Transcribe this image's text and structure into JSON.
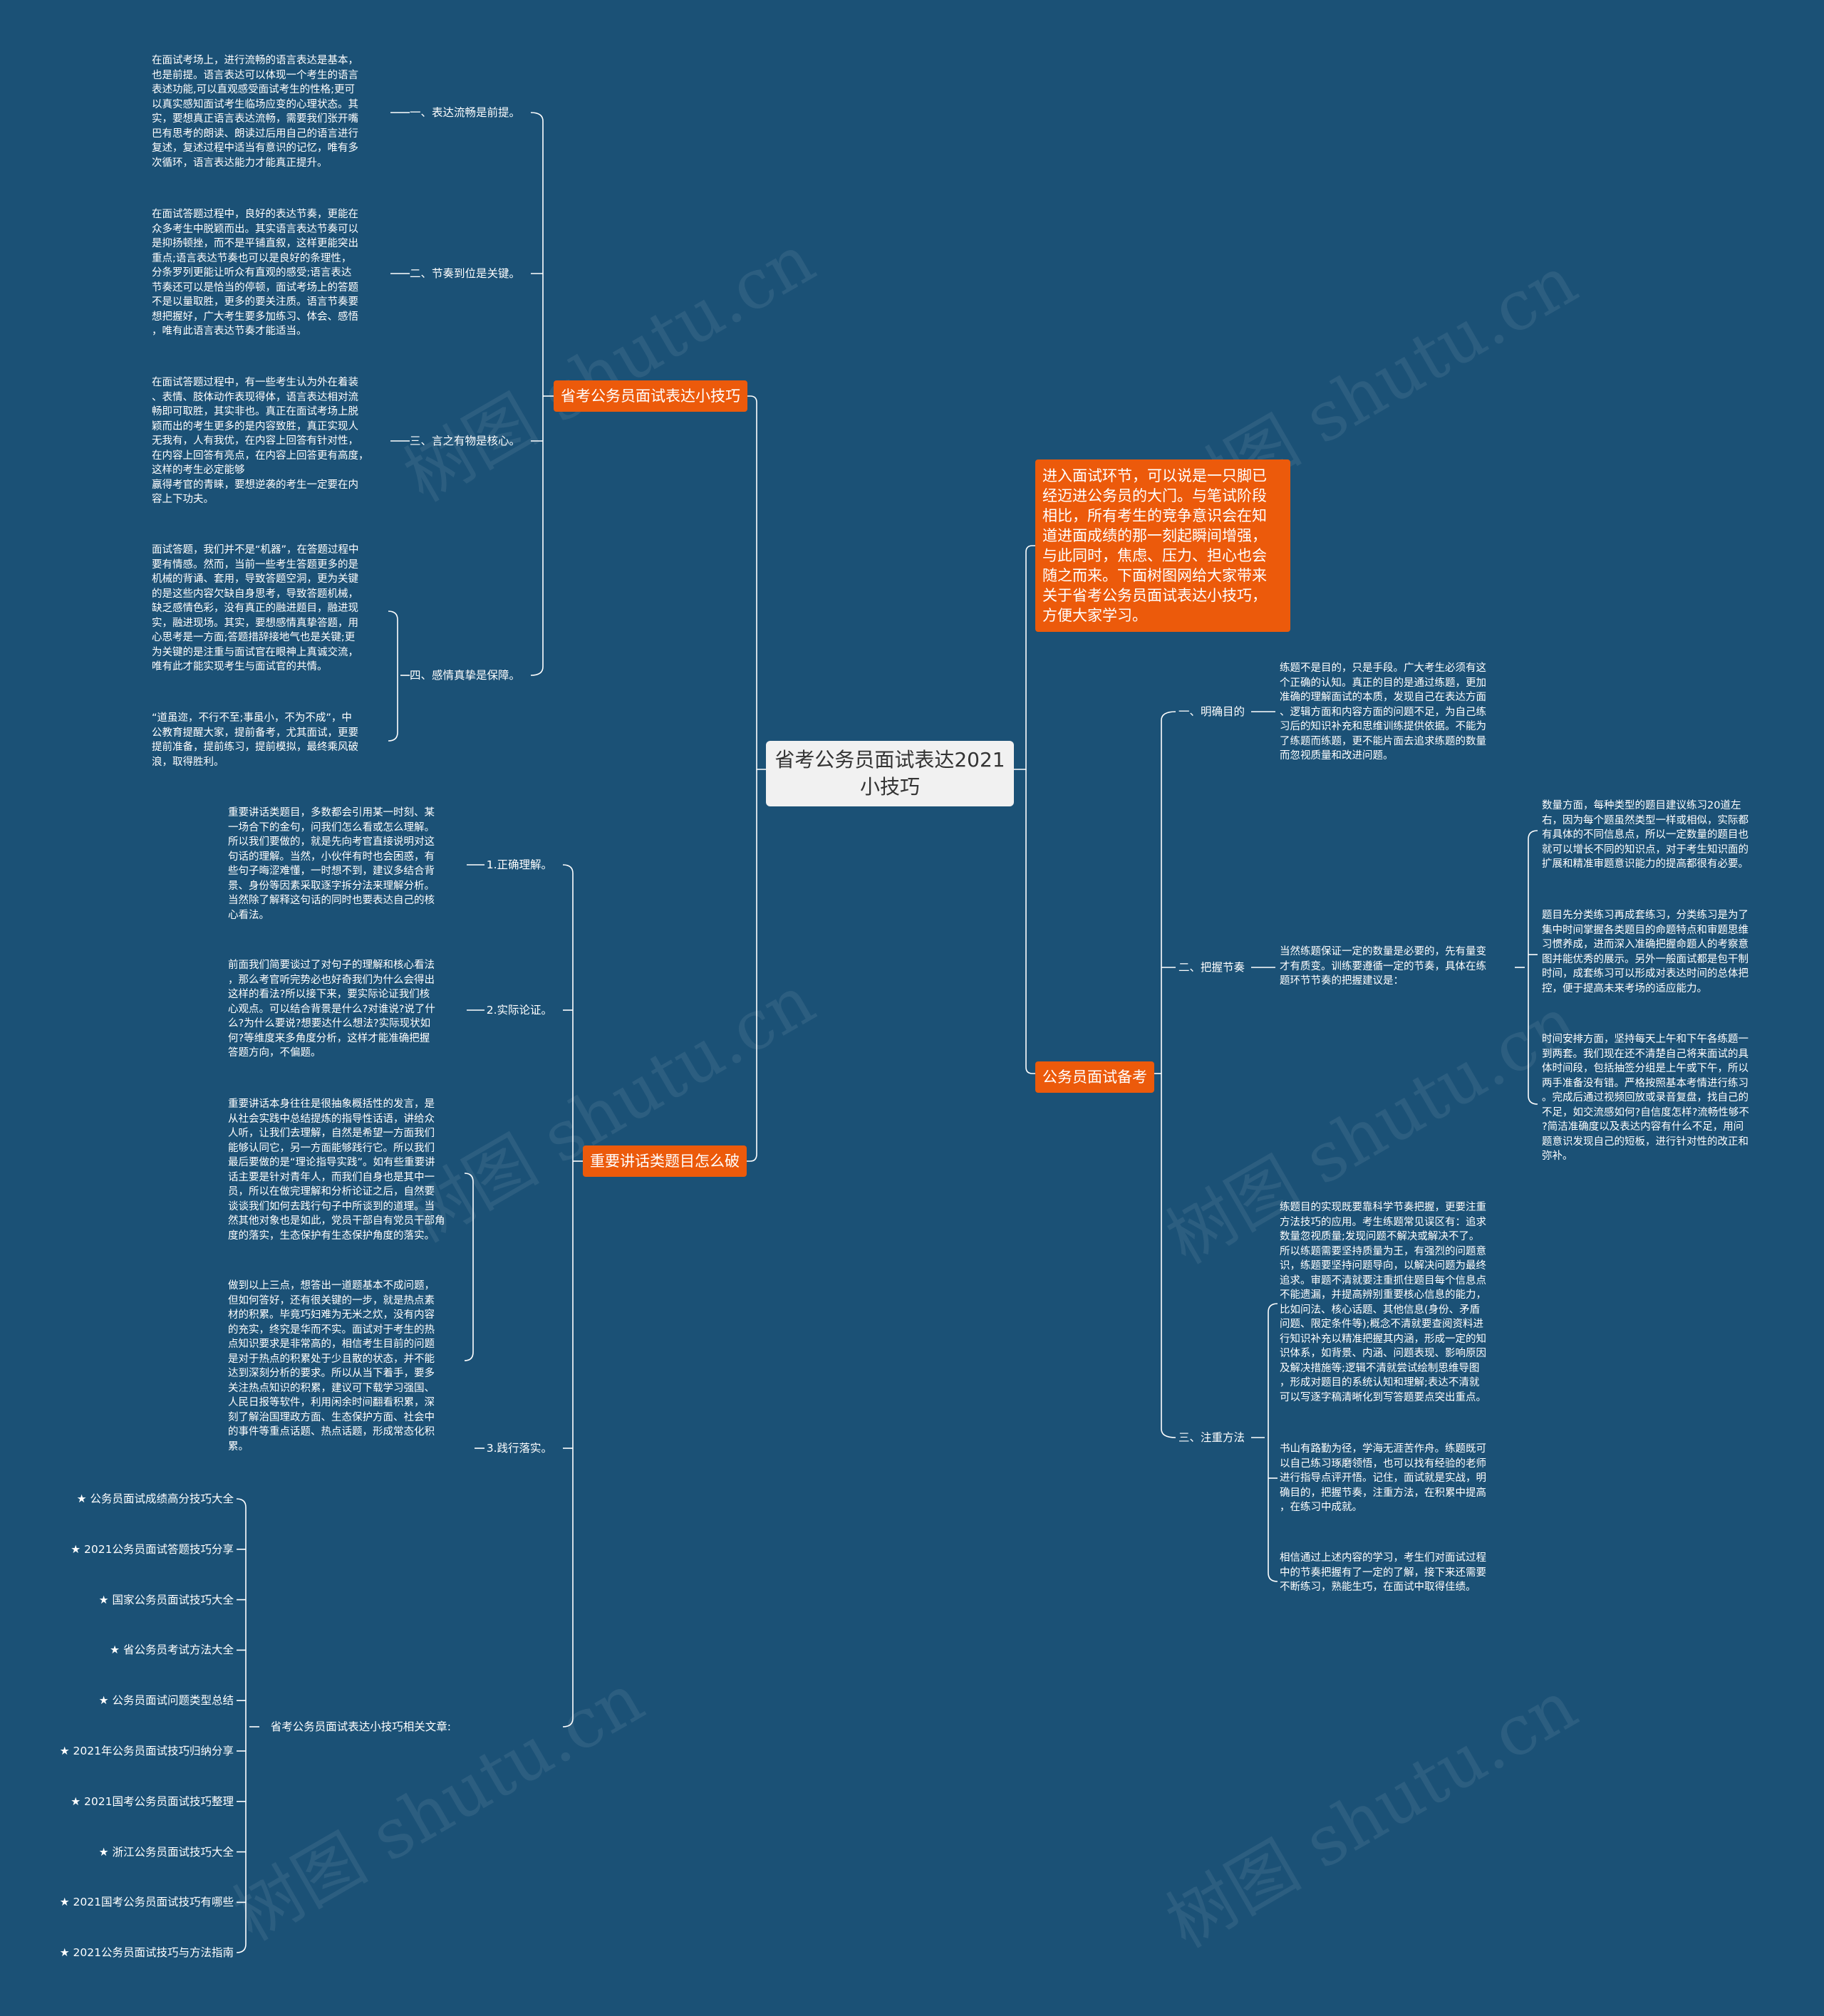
{
  "root": {
    "title": "省考公务员面试表达2021\n小技巧"
  },
  "watermark": "树图 shutu.cn",
  "colors": {
    "background": "#1b5176",
    "branch": "#ec5a0b",
    "root_bg": "#f1f1f1",
    "line": "#ffffff"
  },
  "intro": "进入面试环节，可以说是一只脚已\n经迈进公务员的大门。与笔试阶段\n相比，所有考生的竞争意识会在知\n道进面成绩的那一刻起瞬间增强，\n与此同时，焦虑、压力、担心也会\n随之而来。下面树图网给大家带来\n关于省考公务员面试表达小技巧，\n方便大家学习。",
  "branch1": {
    "label": "省考公务员面试表达小技巧",
    "items": [
      {
        "label": "一、表达流畅是前提。",
        "text": "在面试考场上，进行流畅的语言表达是基本，\n也是前提。语言表达可以体现一个考生的语言\n表述功能,可以直观感受面试考生的性格;更可\n以真实感知面试考生临场应变的心理状态。其\n实，要想真正语言表达流畅，需要我们张开嘴\n巴有思考的朗读、朗读过后用自己的语言进行\n复述，复述过程中适当有意识的记忆，唯有多\n次循环，语言表达能力才能真正提升。"
      },
      {
        "label": "二、节奏到位是关键。",
        "text": "在面试答题过程中，良好的表达节奏，更能在\n众多考生中脱颖而出。其实语言表达节奏可以\n是抑扬顿挫，而不是平铺直叙，这样更能突出\n重点;语言表达节奏也可以是良好的条理性，\n分条罗列更能让听众有直观的感受;语言表达\n节奏还可以是恰当的停顿，面试考场上的答题\n不是以量取胜，更多的要关注质。语言节奏要\n想把握好，广大考生要多加练习、体会、感悟\n，唯有此语言表达节奏才能适当。"
      },
      {
        "label": "三、言之有物是核心。",
        "text": "在面试答题过程中，有一些考生认为外在着装\n、表情、肢体动作表现得体，语言表达相对流\n畅即可取胜，其实非也。真正在面试考场上脱\n颖而出的考生更多的是内容致胜，真正实现人\n无我有，人有我优，在内容上回答有针对性，\n在内容上回答有亮点，在内容上回答更有高度，\n这样的考生必定能够\n赢得考官的青睐，要想逆袭的考生一定要在内\n容上下功夫。"
      },
      {
        "label": "四、感情真挚是保障。",
        "texts": [
          "面试答题，我们并不是“机器”，在答题过程中\n要有情感。然而，当前一些考生答题更多的是\n机械的背诵、套用，导致答题空洞，更为关键\n的是这些内容欠缺自身思考，导致答题机械，\n缺乏感情色彩，没有真正的融进题目，融进现\n实，融进现场。其实，要想感情真挚答题，用\n心思考是一方面;答题措辞接地气也是关键;更\n为关键的是注重与面试官在眼神上真诚交流，\n唯有此才能实现考生与面试官的共情。",
          "“道虽迩，不行不至;事虽小，不为不成”，中\n公教育提醒大家，提前备考，尤其面试，更要\n提前准备，提前练习，提前模拟，最终乘风破\n浪，取得胜利。"
        ]
      }
    ]
  },
  "branch2": {
    "label": "重要讲话类题目怎么破",
    "items": [
      {
        "label": "1.正确理解。",
        "text": "重要讲话类题目，多数都会引用某一时刻、某\n一场合下的金句，问我们怎么看或怎么理解。\n所以我们要做的，就是先向考官直接说明对这\n句话的理解。当然，小伙伴有时也会困惑，有\n些句子晦涩难懂，一时想不到，建议多结合背\n景、身份等因素采取逐字拆分法来理解分析。\n当然除了解释这句话的同时也要表达自己的核\n心看法。"
      },
      {
        "label": "2.实际论证。",
        "text": "前面我们简要谈过了对句子的理解和核心看法\n，那么考官听完势必也好奇我们为什么会得出\n这样的看法?所以接下来，要实际论证我们核\n心观点。可以结合背景是什么?对谁说?说了什\n么?为什么要说?想要达什么想法?实际现状如\n何?等维度来多角度分析，这样才能准确把握\n答题方向，不偏题。"
      },
      {
        "label": "3.践行落实。",
        "texts": [
          "重要讲话本身往往是很抽象概括性的发言，是\n从社会实践中总结提炼的指导性话语，讲给众\n人听，让我们去理解，自然是希望一方面我们\n能够认同它，另一方面能够践行它。所以我们\n最后要做的是“理论指导实践”。如有些重要讲\n话主要是针对青年人，而我们自身也是其中一\n员，所以在做完理解和分析论证之后，自然要\n谈谈我们如何去践行句子中所谈到的道理。当\n然其他对象也是如此，党员干部自有党员干部角\n度的落实，生态保护有生态保护角度的落实。",
          "做到以上三点，想答出一道题基本不成问题，\n但如何答好，还有很关键的一步，就是热点素\n材的积累。毕竟巧妇难为无米之炊，没有内容\n的充实，终究是华而不实。面试对于考生的热\n点知识要求是非常高的，相信考生目前的问题\n是对于热点的积累处于少且散的状态，并不能\n达到深刻分析的要求。所以从当下着手，要多\n关注热点知识的积累，建议可下载学习强国、\n人民日报等软件，利用闲余时间翻看积累，深\n刻了解治国理政方面、生态保护方面、社会中\n的事件等重点话题、热点话题，形成常态化积\n累。"
        ]
      },
      {
        "label": "省考公务员面试表达小技巧相关文章:",
        "links": [
          "★ 公务员面试成绩高分技巧大全",
          "★ 2021公务员面试答题技巧分享",
          "★ 国家公务员面试技巧大全",
          "★ 省公务员考试方法大全",
          "★ 公务员面试问题类型总结",
          "★ 2021年公务员面试技巧归纳分享",
          "★ 2021国考公务员面试技巧整理",
          "★ 浙江公务员面试技巧大全",
          "★ 2021国考公务员面试技巧有哪些",
          "★ 2021公务员面试技巧与方法指南"
        ]
      }
    ]
  },
  "branch3": {
    "label": "公务员面试备考",
    "items": [
      {
        "label": "一、明确目的",
        "text": "练题不是目的，只是手段。广大考生必须有这\n个正确的认知。真正的目的是通过练题，更加\n准确的理解面试的本质，发现自己在表达方面\n、逻辑方面和内容方面的问题不足，为自己练\n习后的知识补充和思维训练提供依据。不能为\n了练题而练题，更不能片面去追求练题的数量\n而忽视质量和改进问题。"
      },
      {
        "label": "二、把握节奏",
        "text": "当然练题保证一定的数量是必要的，先有量变\n才有质变。训练要遵循一定的节奏，具体在练\n题环节节奏的把握建议是：",
        "subs": [
          "数量方面，每种类型的题目建议练习20道左\n右，因为每个题虽然类型一样或相似，实际都\n有具体的不同信息点，所以一定数量的题目也\n就可以增长不同的知识点，对于考生知识面的\n扩展和精准审题意识能力的提高都很有必要。",
          "题目先分类练习再成套练习，分类练习是为了\n集中时间掌握各类题目的命题特点和审题思维\n习惯养成，进而深入准确把握命题人的考察意\n图并能优秀的展示。另外一般面试都是包干制\n时间，成套练习可以形成对表达时间的总体把\n控，便于提高未来考场的适应能力。",
          "时间安排方面，坚持每天上午和下午各练题一\n到两套。我们现在还不清楚自己将来面试的具\n体时间段，包括抽签分组是上午或下午，所以\n两手准备没有错。严格按照基本考情进行练习\n。完成后通过视频回放或录音复盘，找自己的\n不足，如交流感如何?自信度怎样?流畅性够不\n?简洁准确度以及表达内容有什么不足，用问\n题意识发现自己的短板，进行针对性的改正和\n弥补。"
        ]
      },
      {
        "label": "三、注重方法",
        "subs": [
          "练题目的实现既要靠科学节奏把握，更要注重\n方法技巧的应用。考生练题常见误区有：追求\n数量忽视质量;发现问题不解决或解决不了。\n所以练题需要坚持质量为王，有强烈的问题意\n识，练题要坚持问题导向，以解决问题为最终\n追求。审题不清就要注重抓住题目每个信息点\n不能遗漏，并提高辨别重要核心信息的能力，\n比如问法、核心话题、其他信息(身份、矛盾\n问题、限定条件等);概念不清就要查阅资料进\n行知识补充以精准把握其内涵，形成一定的知\n识体系，如背景、内涵、问题表现、影响原因\n及解决措施等;逻辑不清就尝试绘制思维导图\n，形成对题目的系统认知和理解;表达不清就\n可以写逐字稿清晰化到写答题要点突出重点。",
          "书山有路勤为径，学海无涯苦作舟。练题既可\n以自己练习琢磨领悟，也可以找有经验的老师\n进行指导点评开悟。记住，面试就是实战，明\n确目的，把握节奏，注重方法，在积累中提高\n，在练习中成就。",
          "相信通过上述内容的学习，考生们对面试过程\n中的节奏把握有了一定的了解，接下来还需要\n不断练习，熟能生巧，在面试中取得佳绩。"
        ]
      }
    ]
  }
}
